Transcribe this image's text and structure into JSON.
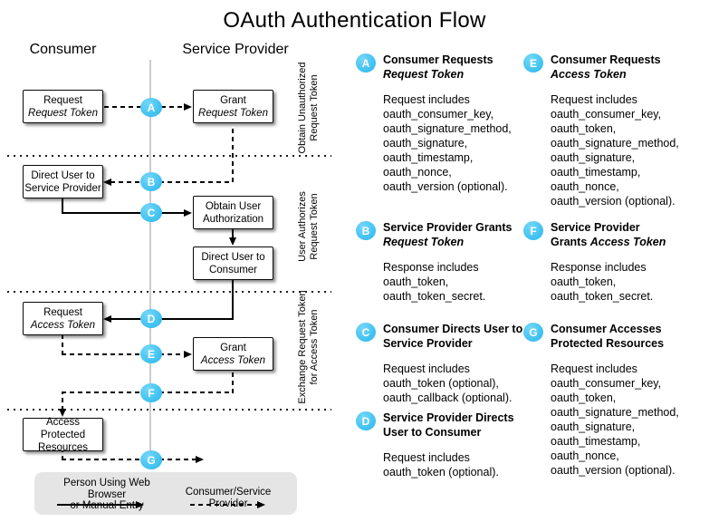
{
  "title": "OAuth Authentication Flow",
  "colors": {
    "accent_blue": "#44C3F1",
    "legend_bg": "#E5E5E5",
    "separator_gray": "#CCCCCC"
  },
  "diagram": {
    "columns": {
      "left": "Consumer",
      "right": "Service Provider"
    },
    "boxes": {
      "request_request_token": {
        "line1": "Request",
        "line2": "Request Token"
      },
      "grant_request_token": {
        "line1": "Grant",
        "line2": "Request Token"
      },
      "direct_user_to_sp": {
        "line1": "Direct User to",
        "line2": "Service Provider"
      },
      "obtain_user_auth": {
        "line1": "Obtain User",
        "line2": "Authorization"
      },
      "direct_user_to_consumer": {
        "line1": "Direct User to",
        "line2": "Consumer"
      },
      "request_access_token": {
        "line1": "Request",
        "line2": "Access Token"
      },
      "grant_access_token": {
        "line1": "Grant",
        "line2": "Access Token"
      },
      "access_protected_resources": {
        "line1": "Access Protected",
        "line2": "Resources"
      }
    },
    "steps": {
      "a": "A",
      "b": "B",
      "c": "C",
      "d": "D",
      "e": "E",
      "f": "F",
      "g": "G"
    },
    "phase_labels": [
      {
        "line1": "Obtain Unauthorized",
        "line2": "Request Token"
      },
      {
        "line1": "User Authorizes",
        "line2": "Request Token"
      },
      {
        "line1": "Exchange Request Token",
        "line2": "for Access Token"
      }
    ],
    "legend": {
      "solid": {
        "line1": "Person Using Web Browser",
        "line2": "or Manual Entry"
      },
      "dashed": {
        "line1": "Consumer/Service Provider"
      }
    }
  },
  "notes": {
    "col1": [
      {
        "letter": "A",
        "heading": [
          [
            {
              "t": "Consumer Requests"
            }
          ],
          [
            {
              "t": "Request Token",
              "i": true
            }
          ]
        ],
        "body": [
          "Request includes",
          "oauth_consumer_key,",
          "oauth_signature_method,",
          "oauth_signature,",
          "oauth_timestamp,",
          "oauth_nonce,",
          "oauth_version (optional)."
        ]
      },
      {
        "letter": "B",
        "heading": [
          [
            {
              "t": "Service Provider Grants"
            }
          ],
          [
            {
              "t": "Request Token",
              "i": true
            }
          ]
        ],
        "body": [
          "Response includes",
          "oauth_token,",
          "oauth_token_secret."
        ]
      },
      {
        "letter": "C",
        "heading": [
          [
            {
              "t": "Consumer Directs User to"
            }
          ],
          [
            {
              "t": "Service Provider"
            }
          ]
        ],
        "body": [
          "Request includes",
          "oauth_token (optional),",
          "oauth_callback (optional)."
        ]
      },
      {
        "letter": "D",
        "heading": [
          [
            {
              "t": "Service Provider Directs"
            }
          ],
          [
            {
              "t": "User to Consumer"
            }
          ]
        ],
        "body": [
          "Request includes",
          "oauth_token (optional)."
        ]
      }
    ],
    "col2": [
      {
        "letter": "E",
        "heading": [
          [
            {
              "t": "Consumer Requests"
            }
          ],
          [
            {
              "t": "Access Token",
              "i": true
            }
          ]
        ],
        "body": [
          "Request includes",
          "oauth_consumer_key,",
          "oauth_token,",
          "oauth_signature_method,",
          "oauth_signature,",
          "oauth_timestamp,",
          "oauth_nonce,",
          "oauth_version (optional)."
        ]
      },
      {
        "letter": "F",
        "heading": [
          [
            {
              "t": "Service Provider"
            }
          ],
          [
            {
              "t": "Grants "
            },
            {
              "t": "Access Token",
              "i": true
            }
          ]
        ],
        "body": [
          "Response includes",
          "oauth_token,",
          "oauth_token_secret."
        ]
      },
      {
        "letter": "G",
        "heading": [
          [
            {
              "t": "Consumer Accesses"
            }
          ],
          [
            {
              "t": "Protected Resources"
            }
          ]
        ],
        "body": [
          "Request includes",
          "oauth_consumer_key,",
          "oauth_token,",
          "oauth_signature_method,",
          "oauth_signature,",
          "oauth_timestamp,",
          "oauth_nonce,",
          "oauth_version (optional)."
        ]
      }
    ]
  }
}
